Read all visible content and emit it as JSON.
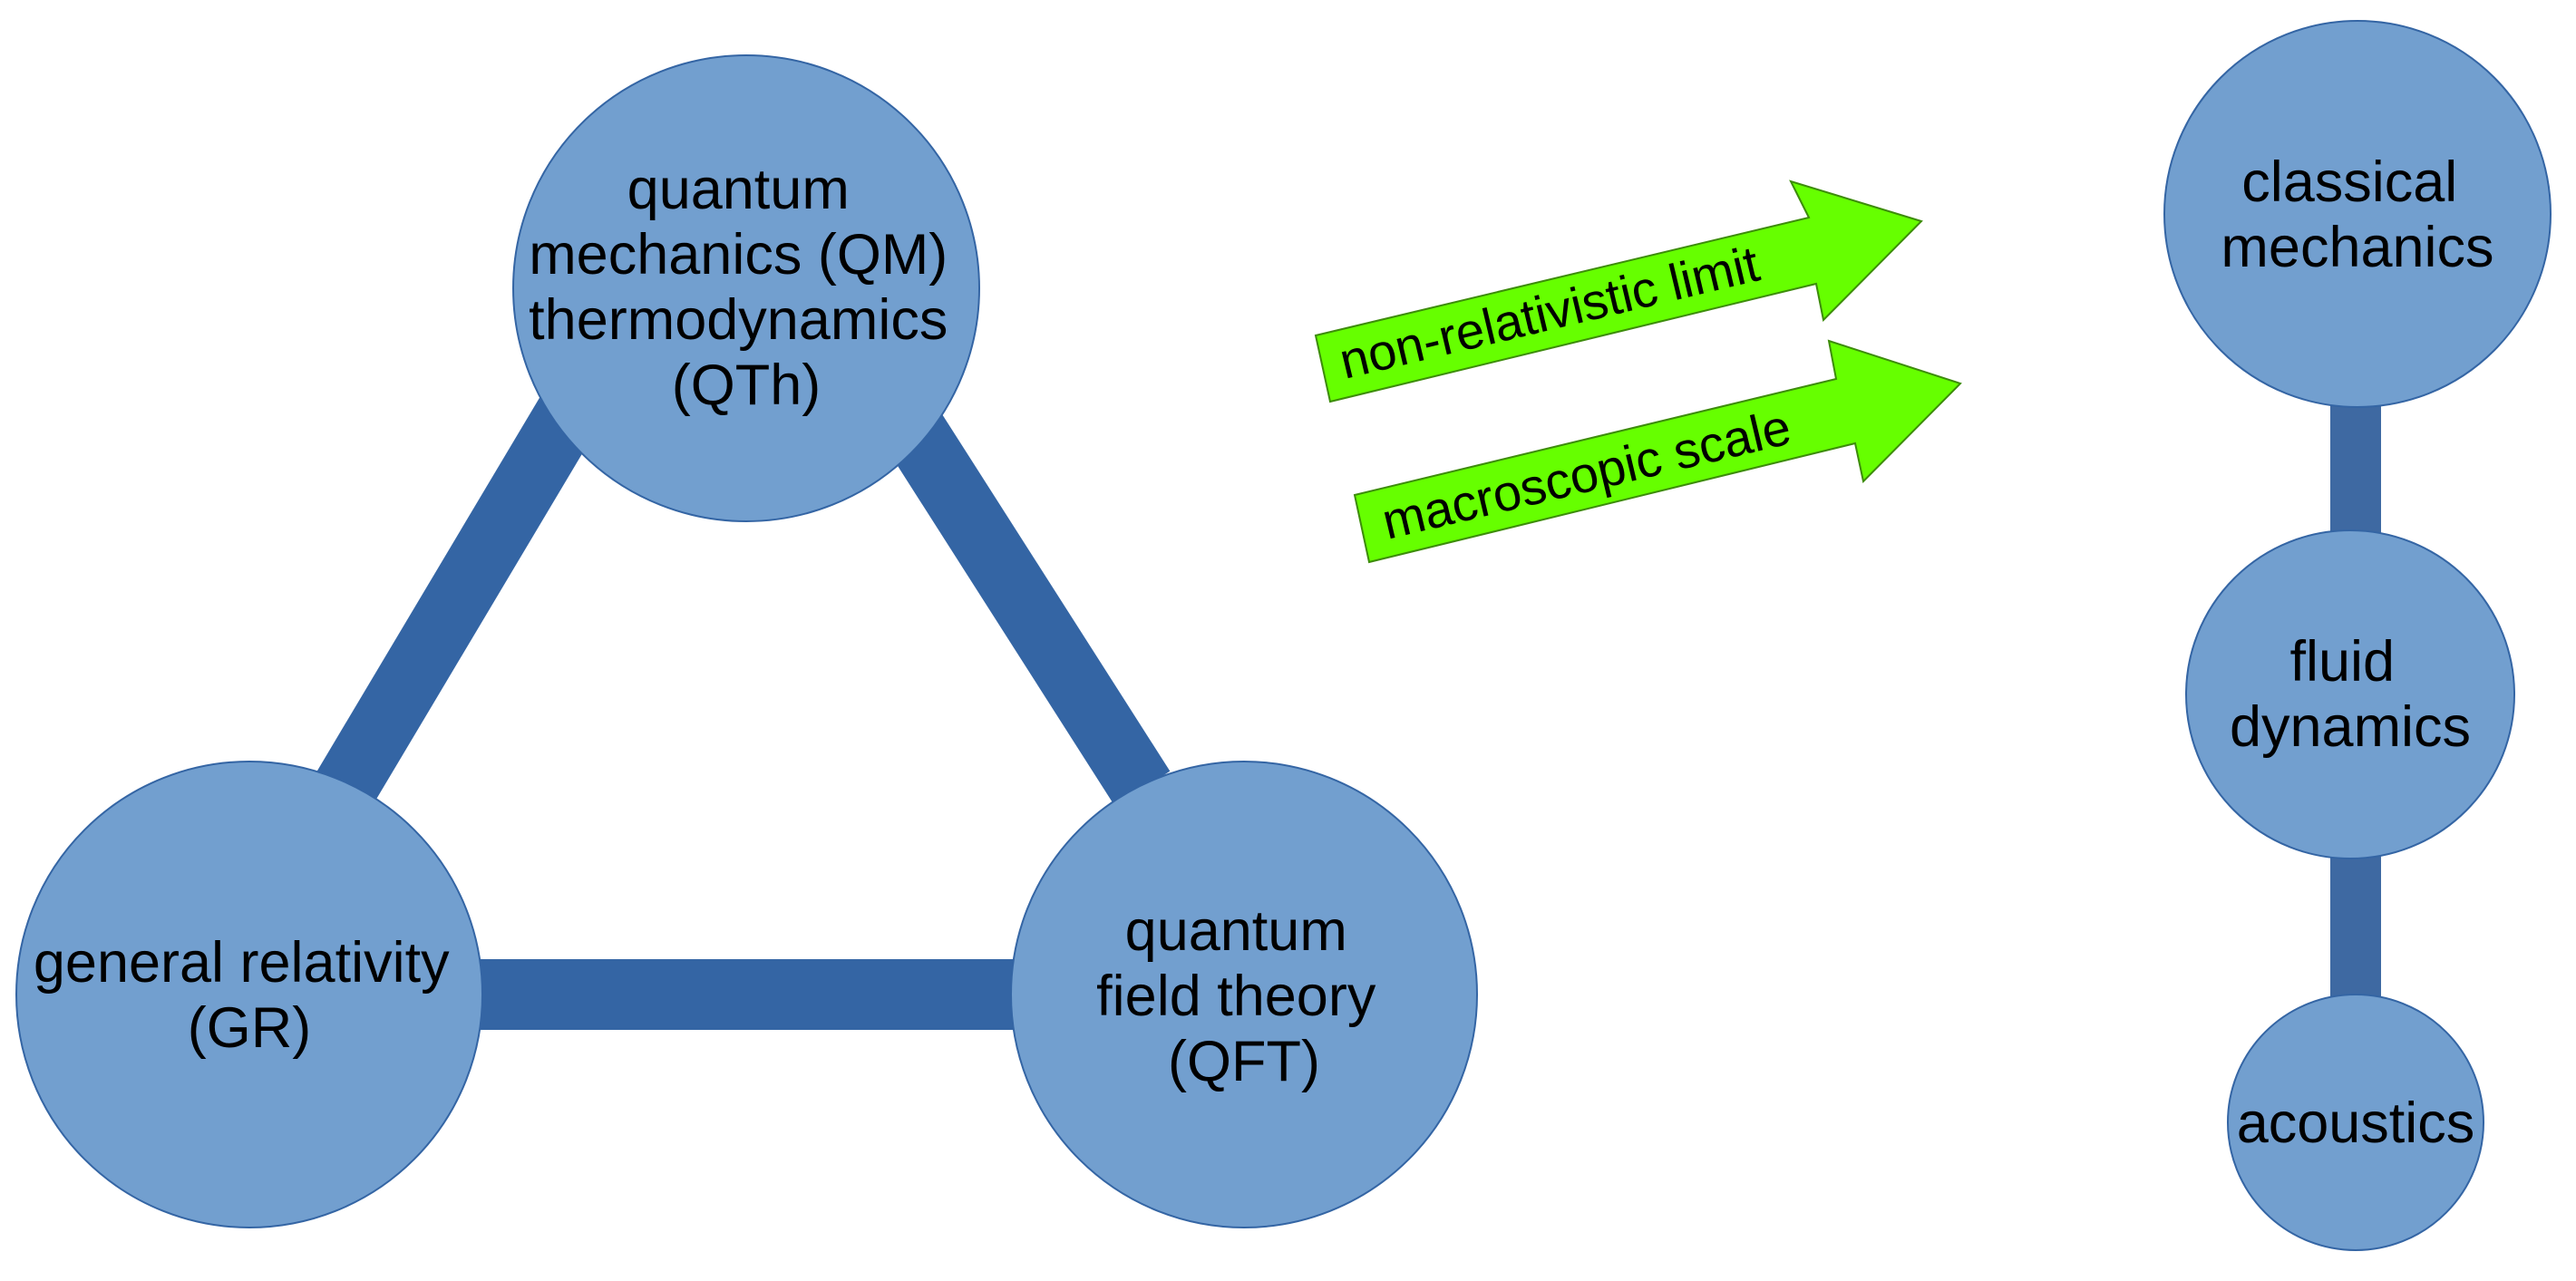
{
  "colors": {
    "node_fill": "#729fcf",
    "node_stroke": "#3465a4",
    "edge_triangle": "#3465a4",
    "edge_chain": "#3e69a2",
    "arrow_fill": "#66ff00",
    "arrow_stroke": "#3c8c0a",
    "text": "#000000"
  },
  "nodes": {
    "qm": {
      "lines": [
        "quantum",
        "mechanics (QM)",
        "thermodynamics",
        "(QTh)"
      ]
    },
    "gr": {
      "lines": [
        "general relativity",
        "(GR)"
      ]
    },
    "qft": {
      "lines": [
        "quantum",
        "field theory",
        "(QFT)"
      ]
    },
    "cm": {
      "lines": [
        "classical",
        "mechanics"
      ]
    },
    "fd": {
      "lines": [
        "fluid",
        "dynamics"
      ]
    },
    "ac": {
      "lines": [
        "acoustics"
      ]
    }
  },
  "arrows": {
    "non_relativistic": {
      "label": "non-relativistic limit"
    },
    "macroscopic": {
      "label": "macroscopic scale"
    }
  }
}
